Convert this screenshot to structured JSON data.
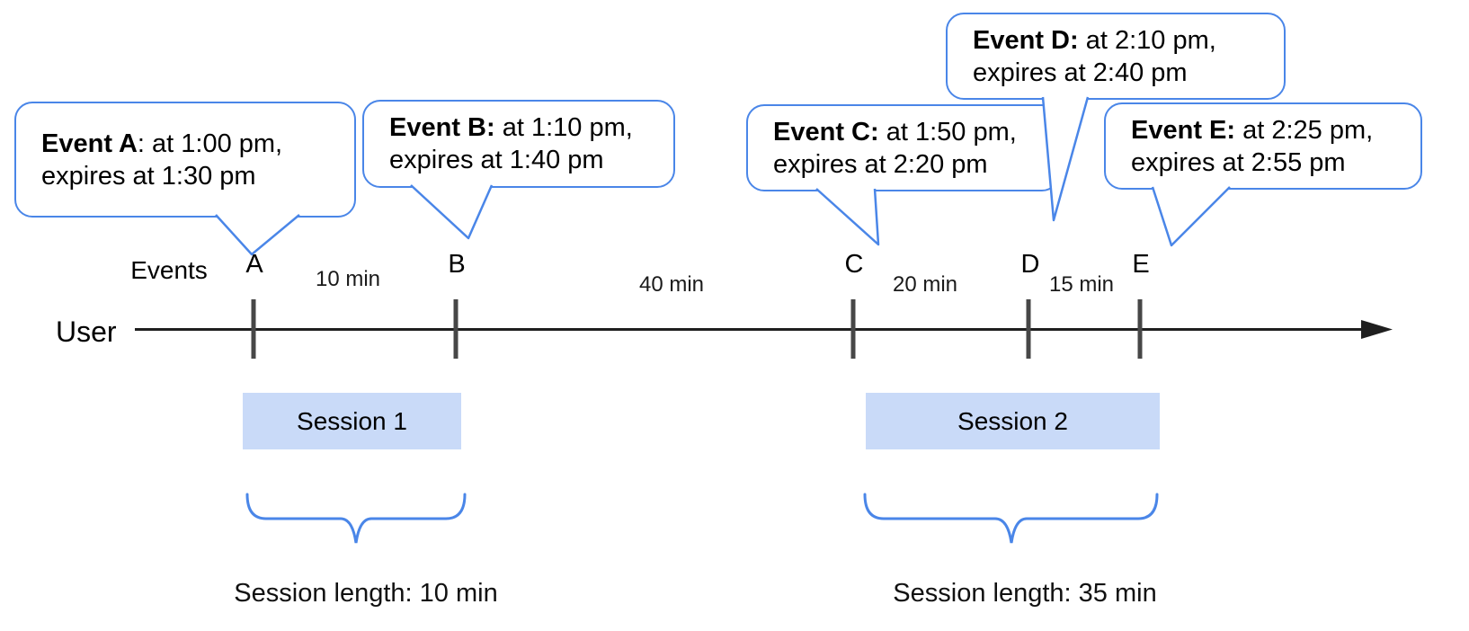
{
  "diagram": {
    "type": "timeline-sessions-diagram",
    "colors": {
      "accent_blue": "#4a86e8",
      "session_fill": "#c9daf8",
      "tick_gray": "#474747",
      "axis_black": "#1f1f1f",
      "background": "#ffffff"
    }
  },
  "bubbles": [
    {
      "id": "A",
      "bold": "Event A",
      "rest": ": at 1:00 pm,",
      "line2": "expires at 1:30 pm"
    },
    {
      "id": "B",
      "bold": "Event B:",
      "rest": " at 1:10 pm,",
      "line2": "expires at 1:40 pm"
    },
    {
      "id": "C",
      "bold": "Event C:",
      "rest": " at 1:50 pm,",
      "line2": "expires at 2:20 pm"
    },
    {
      "id": "D",
      "bold": "Event D:",
      "rest": " at 2:10 pm,",
      "line2": "expires at 2:40 pm"
    },
    {
      "id": "E",
      "bold": "Event E:",
      "rest": " at 2:25 pm,",
      "line2": "expires at 2:55 pm"
    }
  ],
  "timeline": {
    "events_label": "Events",
    "user_label": "User",
    "ticks": [
      {
        "label": "A"
      },
      {
        "label": "B"
      },
      {
        "label": "C"
      },
      {
        "label": "D"
      },
      {
        "label": "E"
      }
    ],
    "gaps": [
      {
        "label": "10 min"
      },
      {
        "label": "40 min"
      },
      {
        "label": "20 min"
      },
      {
        "label": "15 min"
      }
    ]
  },
  "sessions": [
    {
      "label": "Session 1",
      "length_label": "Session length: 10 min"
    },
    {
      "label": "Session 2",
      "length_label": "Session length: 35 min"
    }
  ]
}
